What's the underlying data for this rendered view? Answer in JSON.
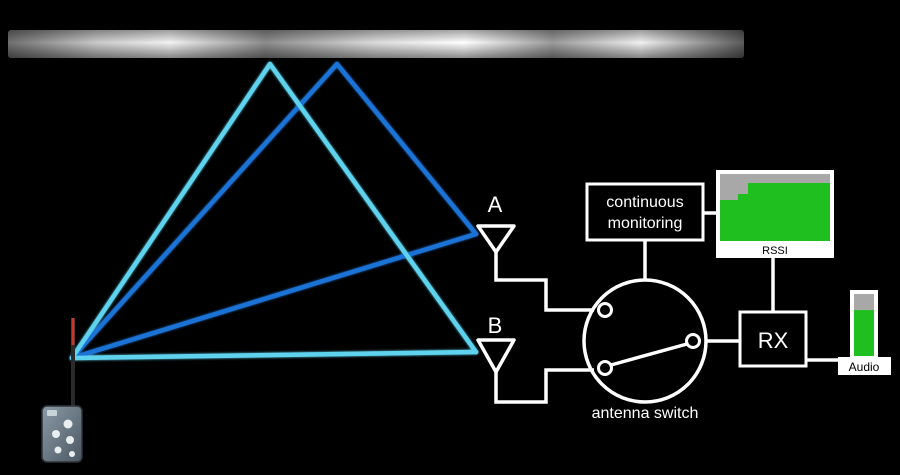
{
  "antennas": {
    "a_label": "A",
    "b_label": "B"
  },
  "blocks": {
    "monitoring_line1": "continuous",
    "monitoring_line2": "monitoring",
    "rssi_label": "RSSI",
    "rx_label": "RX",
    "audio_label": "Audio",
    "switch_label": "antenna switch"
  },
  "levels": {
    "audio_meter_fraction": 0.74
  },
  "colors": {
    "background": "#000000",
    "path_light": "#5fd3ee",
    "path_dark": "#1a73d6",
    "wiring": "#ffffff",
    "rssi_fill": "#1fbf1f",
    "rssi_empty": "#a8a8a8"
  },
  "icons": {
    "transmitter": "bodypack-transmitter-icon",
    "reflector": "reflective-surface"
  }
}
